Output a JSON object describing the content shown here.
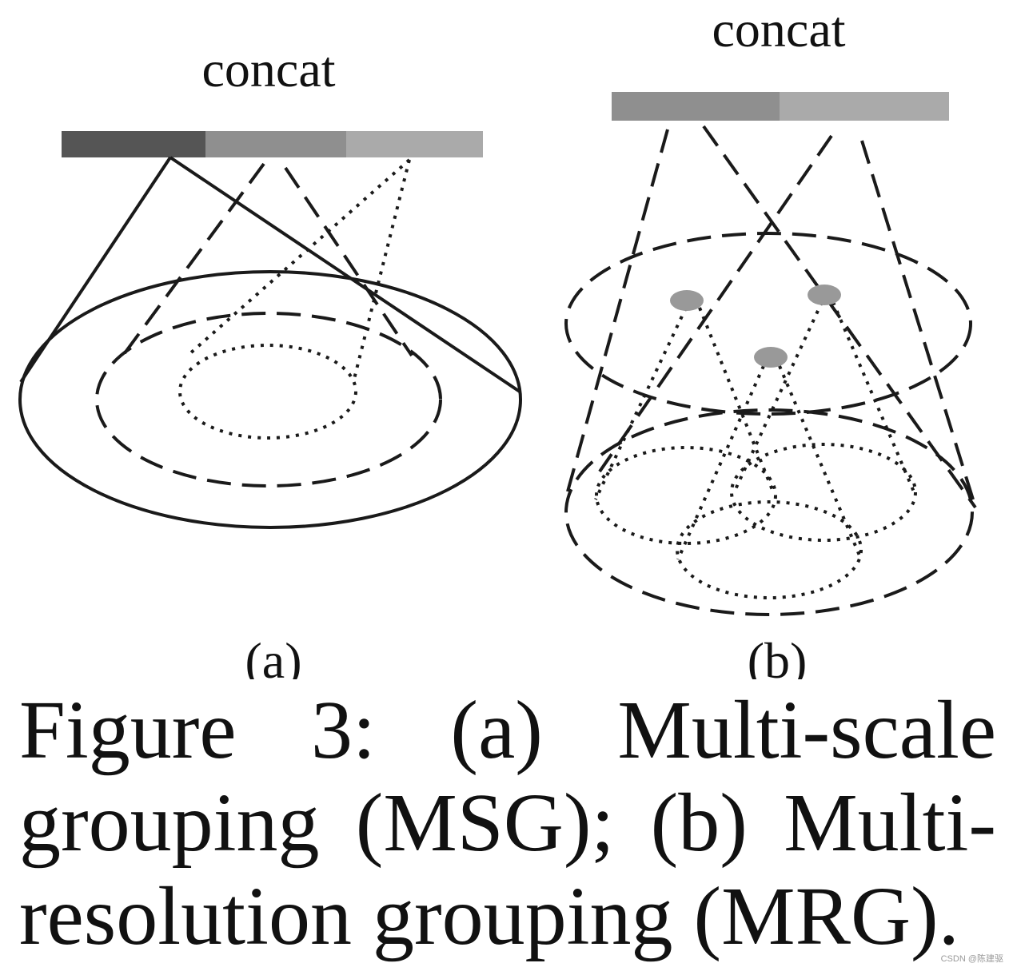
{
  "panel_a": {
    "concat_label": "concat",
    "sublabel": "(a)",
    "segment_colors": [
      "#555555",
      "#8f8f8f",
      "#aaaaaa"
    ]
  },
  "panel_b": {
    "concat_label": "concat",
    "sublabel": "(b)",
    "segment_colors": [
      "#8f8f8f",
      "#aaaaaa"
    ],
    "point_color": "#999999"
  },
  "caption": "Figure 3: (a) Multi-scale grouping (MSG); (b) Multi-resolution grouping (MRG).",
  "watermark": "CSDN @陈建驱"
}
